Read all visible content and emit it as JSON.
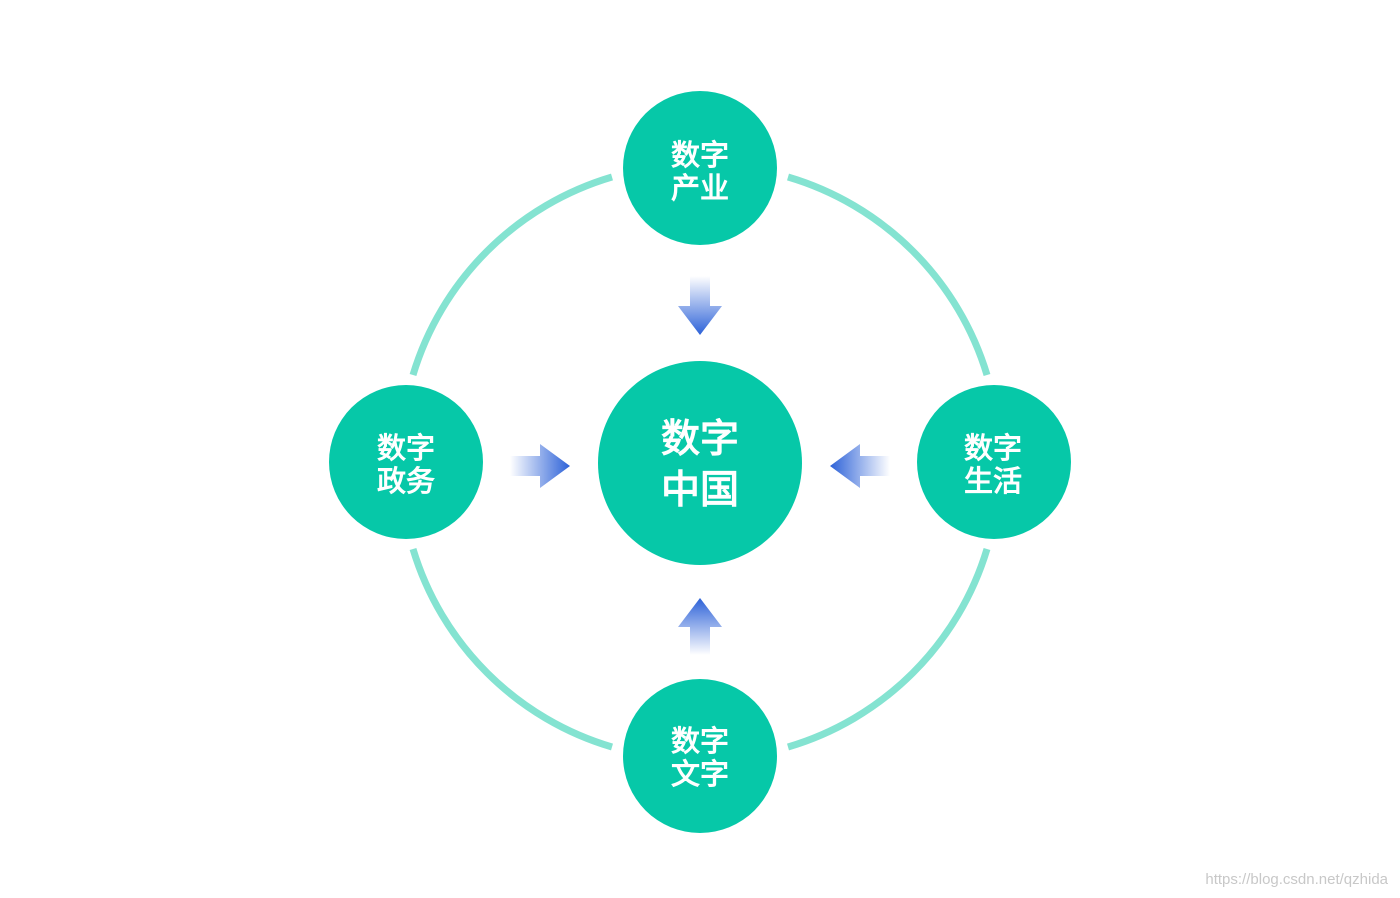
{
  "center": {
    "line1": "数字",
    "line2": "中国"
  },
  "nodes": {
    "top": {
      "line1": "数字",
      "line2": "产业"
    },
    "left": {
      "line1": "数字",
      "line2": "政务"
    },
    "right": {
      "line1": "数字",
      "line2": "生活"
    },
    "bottom": {
      "line1": "数字",
      "line2": "文字"
    }
  },
  "colors": {
    "node": "#06c8a8",
    "ring": "#84e3d1",
    "arrow": "#2d62d8"
  },
  "watermark": "https://blog.csdn.net/qzhida"
}
